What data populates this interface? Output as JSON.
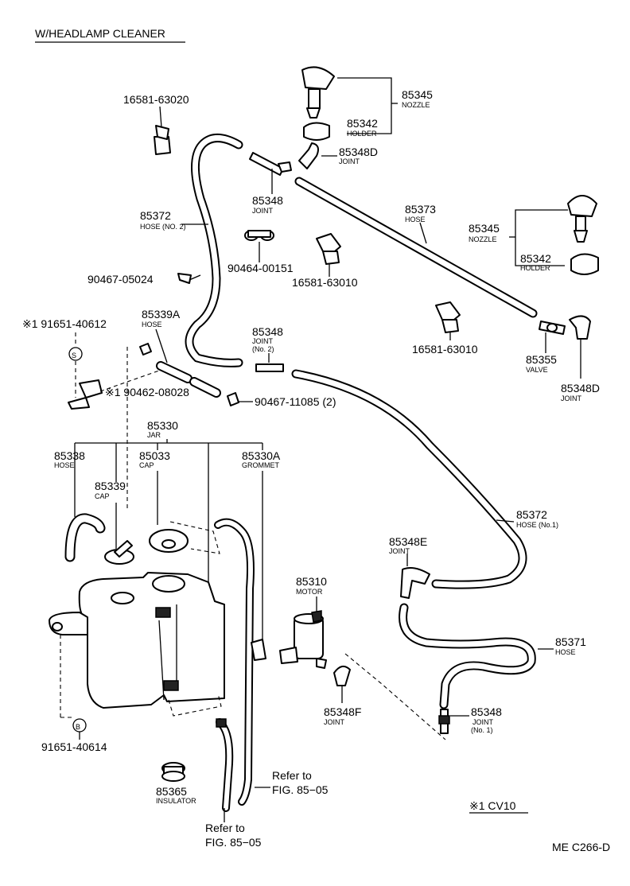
{
  "header": {
    "title": "W/HEADLAMP CLEANER"
  },
  "labels": {
    "p16581_63020": "16581-63020",
    "p85345_top": "85345",
    "p85345_top_sub": "NOZZLE",
    "p85342_top": "85342",
    "p85342_top_sub": "HOLDER",
    "p85348D_top": "85348D",
    "p85348D_top_sub": "JOINT",
    "p85348_a": "85348",
    "p85348_a_sub": "JOINT",
    "p85373": "85373",
    "p85373_sub": "HOSE",
    "p85372_a": "85372",
    "p85372_a_sub": "HOSE (NO. 2)",
    "p90464": "90464-00151",
    "p16581_63010_a": "16581-63010",
    "p85345_r": "85345",
    "p85345_r_sub": "NOZZLE",
    "p85342_r": "85342",
    "p85342_r_sub": "HOLDER",
    "p90467_05024": "90467-05024",
    "p85339A": "85339A",
    "p85339A_sub": "HOSE",
    "p91651_40612": "※1 91651-40612",
    "p85348_b": "85348",
    "p85348_b_sub1": "JOINT",
    "p85348_b_sub2": "(No. 2)",
    "p16581_63010_b": "16581-63010",
    "p85355": "85355",
    "p85355_sub": "VALVE",
    "p85348D_r": "85348D",
    "p85348D_r_sub": "JOINT",
    "p90462": "※1 90462-08028",
    "p90467_11085": "90467-11085  (2)",
    "p85330": "85330",
    "p85330_sub": "JAR",
    "p85338": "85338",
    "p85338_sub": "HOSE",
    "p85033": "85033",
    "p85033_sub": "CAP",
    "p85330A": "85330A",
    "p85330A_sub": "GROMMET",
    "p85339": "85339",
    "p85339_sub": "CAP",
    "p85372_b": "85372",
    "p85372_b_sub": "HOSE (No.1)",
    "p85348E": "85348E",
    "p85348E_sub": "JOINT",
    "p85310": "85310",
    "p85310_sub": "MOTOR",
    "p85371": "85371",
    "p85371_sub": "HOSE",
    "p85348F": "85348F",
    "p85348F_sub": "JOINT",
    "p85348_c": "85348",
    "p85348_c_sub1": "JOINT",
    "p85348_c_sub2": "(No. 1)",
    "p91651_40614": "91651-40614",
    "p85365": "85365",
    "p85365_sub": "INSULATOR",
    "ref1_a": "Refer to",
    "ref1_b": "FIG. 85−05",
    "ref2_a": "Refer to",
    "ref2_b": "FIG. 85−05",
    "circle_s": "S",
    "circle_b": "B"
  },
  "footer": {
    "note": "※1 CV10",
    "code": "ME C266-D"
  }
}
